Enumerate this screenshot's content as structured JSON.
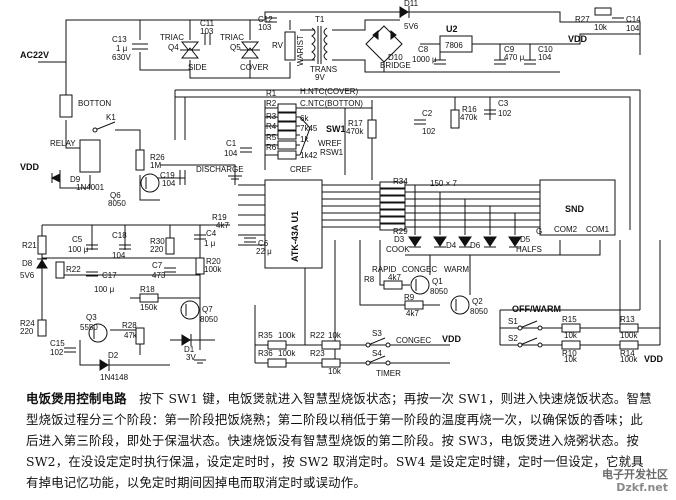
{
  "schematic": {
    "power": {
      "ac": "AC22V",
      "vdd_a": "VDD",
      "vdd_b": "VDD",
      "vdd_c": "VDD",
      "vdd_d": "VDD"
    },
    "parts": {
      "d11": "D11",
      "d11v": "5V6",
      "r27": "R27",
      "r27v": "10k",
      "c14": "C14",
      "c14v": "104",
      "c12": "C12",
      "c12v": "103",
      "t1": "T1",
      "trans": "TRANS",
      "trans9v": "9V",
      "u2": "U2",
      "u2v": "7806",
      "c8": "C8",
      "c8v": "1000 μ",
      "c9": "C9",
      "c9v": "470 μ",
      "c10": "C10",
      "c10v": "104",
      "d10": "D10",
      "bridge": "BRIDGE",
      "c13": "C13",
      "c13v1": "1 μ",
      "c13v2": "630V",
      "c11": "C11",
      "c11v": "103",
      "triac1": "TRIAC",
      "q4": "Q4",
      "side": "SIDE",
      "triac2": "TRIAC",
      "q5": "Q5",
      "cover": "COVER",
      "rv": "RV",
      "warist": "WARIST",
      "botton": "BOTTON",
      "k1": "K1",
      "relay": "RELAY",
      "r26": "R26",
      "r26v": "1M",
      "d9": "D9",
      "d9v": "1N4001",
      "q6": "Q6",
      "q6v": "8050",
      "c19": "C19",
      "c19v": "104",
      "r1": "R1",
      "r1n": "H.NTC(COVER)",
      "r2": "R2",
      "r2n": "C.NTC(BOTTON)",
      "r3": "R3",
      "r3v": "6k",
      "r4": "R4",
      "r4v": "7k45",
      "r5": "R5",
      "r5v": "1k",
      "r6": "R6",
      "r6v": "1k42",
      "sw1": "SW1",
      "wref": "WREF",
      "rsw1": "RSW1",
      "c1": "C1",
      "c1v": "104",
      "discharge": "DISCHARGE",
      "cref": "CREF",
      "r16": "R16",
      "r16v": "470k",
      "r17": "R17",
      "r17v": "470k",
      "c2": "C2",
      "c2v": "102",
      "c3": "C3",
      "c3v": "102",
      "r34": "R34",
      "r29": "R29",
      "arr": "150 × 7",
      "snd": "SND",
      "g": "G",
      "com2": "COM2",
      "com1": "COM1",
      "u1": "ATK-43A U1",
      "d3": "D3",
      "d4": "D4",
      "d5": "D5",
      "d6": "D6",
      "cook": "COOK",
      "halfs": "HALFS",
      "rapid": "RAPID",
      "congec": "CONGEC",
      "warm": "WARM",
      "r21": "R21",
      "c5": "C5",
      "c5v": "100 μ",
      "c18": "C18",
      "c18v": "104",
      "r30": "R30",
      "r30v": "220",
      "c4": "C4",
      "c4v": "1 μ",
      "r19": "R19",
      "r19v": "4k7",
      "c6": "C6",
      "c6v": "22 μ",
      "d8": "D8",
      "d8v": "5V6",
      "r22": "R22",
      "c17": "C17",
      "c17v": "100 μ",
      "c7": "C7",
      "c7v": "473",
      "r20": "R20",
      "r20v": "100k",
      "r18": "R18",
      "r18v": "150k",
      "q7": "Q7",
      "q7v": "8050",
      "r8": "R8",
      "r8v": "4k7",
      "q1": "Q1",
      "q1v": "8050",
      "r9": "R9",
      "r9v": "4k7",
      "q2": "Q2",
      "q2v": "8050",
      "offwarm": "OFF/WARM",
      "r24": "R24",
      "r24v": "220",
      "q3": "Q3",
      "q3v": "5550",
      "r28": "R28",
      "r28v": "47k",
      "c15": "C15",
      "c15v": "102",
      "d1": "D1",
      "d1v": "3V",
      "d2": "D2",
      "d2v": "1N4148",
      "r35": "R35",
      "r35v": "100k",
      "r36": "R36",
      "r36v": "100k",
      "r22b": "R22",
      "r22bv": "10k",
      "r23": "R23",
      "r23v": "10k",
      "s3": "S3",
      "s4": "S4",
      "congec2": "CONGEC",
      "timer": "TIMER",
      "s1": "S1",
      "s2": "S2",
      "r15": "R15",
      "r15v": "10k",
      "r10": "R10",
      "r10v": "10k",
      "r13": "R13",
      "r13v": "100k",
      "r14": "R14",
      "r14v": "100k"
    }
  },
  "caption": {
    "title": "电饭煲用控制电路",
    "body": "按下 SW1 键，电饭煲就进入智慧型烧饭状态；再按一次 SW1，则进入快速烧饭状态。智慧型烧饭过程分三个阶段：第一阶段把饭烧熟；第二阶段以稍低于第一阶段的温度再烧一次，以确保饭的香味；此后进入第三阶段，即处于保温状态。快速烧饭没有智慧型烧饭的第二阶段。按 SW3，电饭煲进入烧粥状态。按 SW2，在没设定定时执行保温，设定定时时，按 SW2 取消定时。SW4 是设定定时键，定时一但设定，它就具有掉电记忆功能，以免定时期间因掉电而取消定时或误动作。"
  },
  "watermark": {
    "line1": "电子开发社区",
    "line2": "Dzkf.net"
  }
}
